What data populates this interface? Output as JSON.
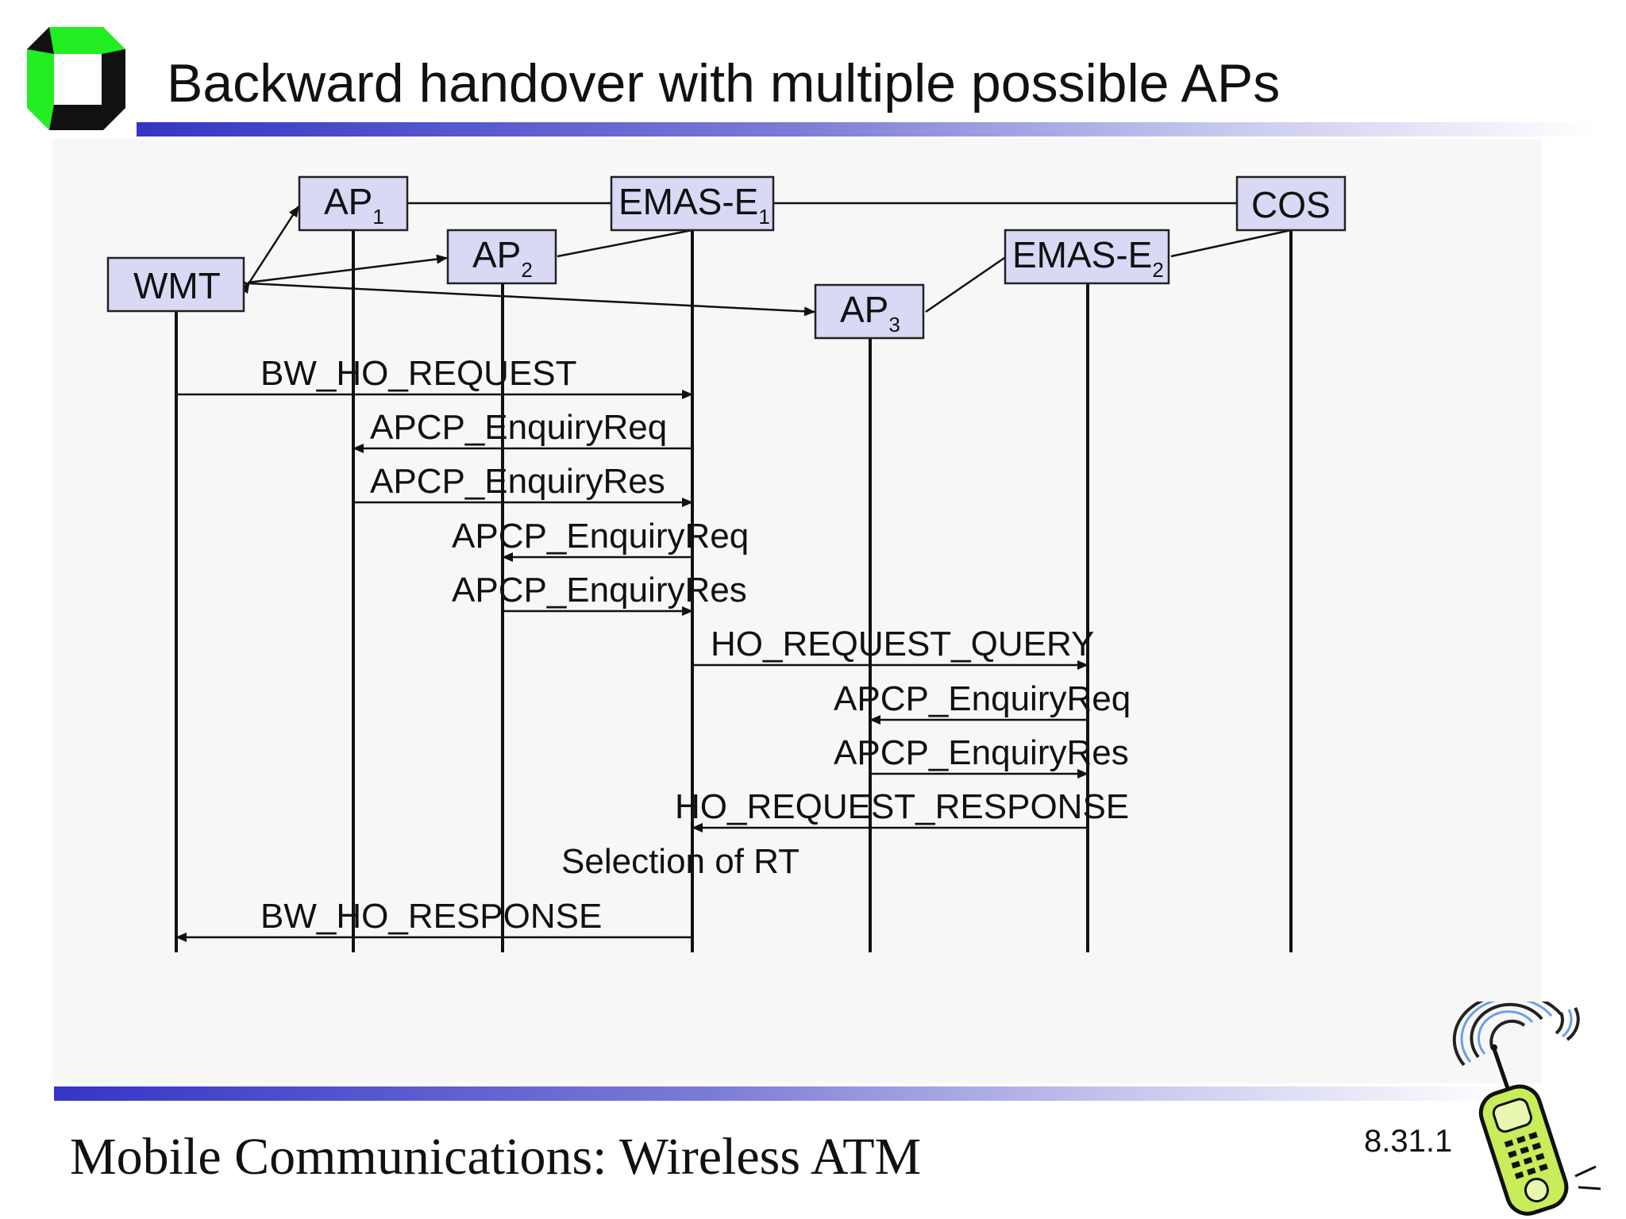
{
  "slide": {
    "title": "Backward handover with multiple possible APs",
    "footer": "Mobile Communications: Wireless ATM",
    "slide_number": "8.31.1"
  },
  "icons": {
    "logo": "university-logo-icon",
    "phone": "mobile-phone-icon"
  },
  "colors": {
    "box_fill": "#d9d9f6",
    "rule_start": "#3535c6",
    "logo_green": "#22ee22"
  },
  "entities": {
    "ap1": {
      "base": "AP",
      "sub": "1"
    },
    "ap2": {
      "base": "AP",
      "sub": "2"
    },
    "ap3": {
      "base": "AP",
      "sub": "3"
    },
    "emas1": {
      "base": "EMAS-E",
      "sub": "1"
    },
    "emas2": {
      "base": "EMAS-E",
      "sub": "2"
    },
    "cos": {
      "base": "COS"
    },
    "wmt": {
      "base": "WMT"
    }
  },
  "messages": [
    {
      "label": "BW_HO_REQUEST",
      "from": "WMT",
      "to": "EMAS-E1"
    },
    {
      "label": "APCP_EnquiryReq",
      "from": "EMAS-E1",
      "to": "AP1"
    },
    {
      "label": "APCP_EnquiryRes",
      "from": "AP1",
      "to": "EMAS-E1"
    },
    {
      "label": "APCP_EnquiryReq",
      "from": "EMAS-E1",
      "to": "AP2"
    },
    {
      "label": "APCP_EnquiryRes",
      "from": "AP2",
      "to": "EMAS-E1"
    },
    {
      "label": "HO_REQUEST_QUERY",
      "from": "EMAS-E1",
      "to": "EMAS-E2"
    },
    {
      "label": "APCP_EnquiryReq",
      "from": "EMAS-E2",
      "to": "AP3"
    },
    {
      "label": "APCP_EnquiryRes",
      "from": "AP3",
      "to": "EMAS-E2"
    },
    {
      "label": "HO_REQUEST_RESPONSE",
      "from": "EMAS-E2",
      "to": "EMAS-E1"
    },
    {
      "label": "Selection of RT"
    },
    {
      "label": "BW_HO_RESPONSE",
      "from": "EMAS-E1",
      "to": "WMT"
    }
  ]
}
